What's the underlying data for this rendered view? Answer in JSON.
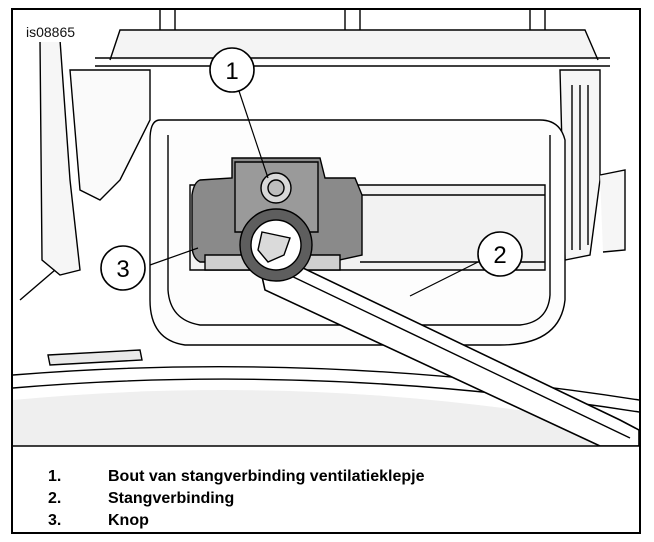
{
  "figure_id": "is08865",
  "callouts": [
    {
      "label": "1"
    },
    {
      "label": "2"
    },
    {
      "label": "3"
    }
  ],
  "legend": [
    {
      "number": "1.",
      "text": "Bout van stangverbinding ventilatieklepje"
    },
    {
      "number": "2.",
      "text": "Stangverbinding"
    },
    {
      "number": "3.",
      "text": "Knop"
    }
  ]
}
